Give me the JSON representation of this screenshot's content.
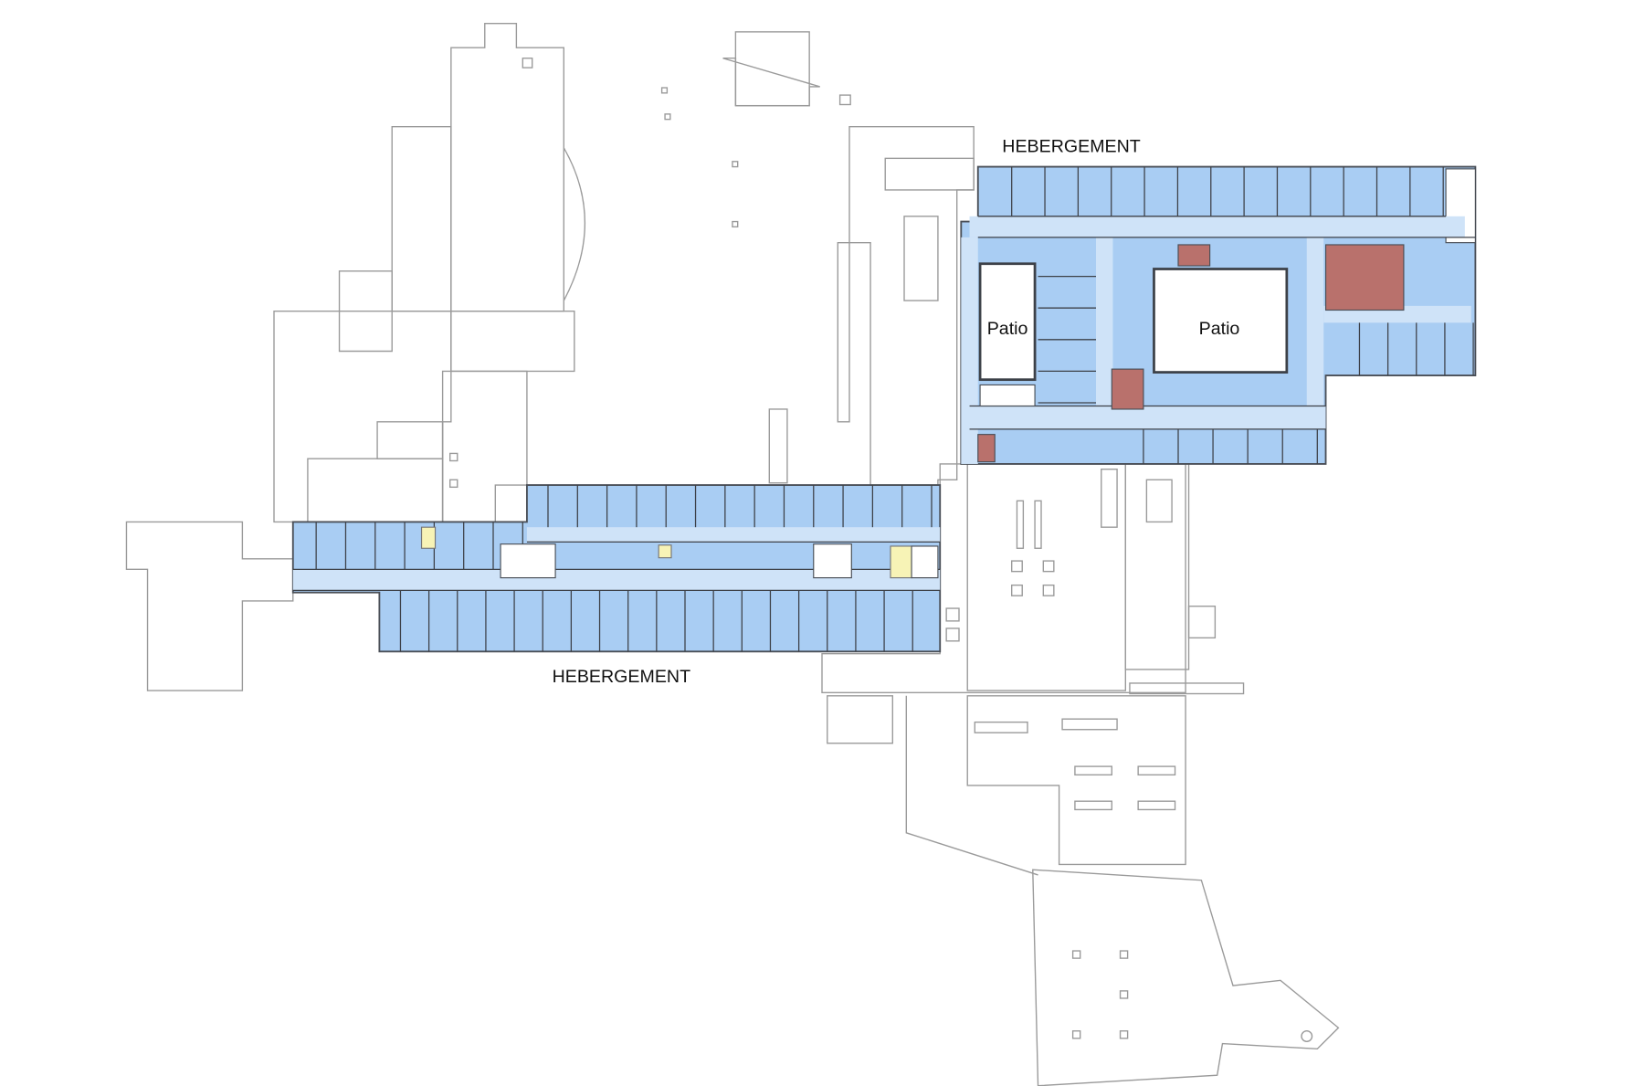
{
  "plan": {
    "labels": {
      "north_wing": "HEBERGEMENT",
      "south_wing": "HEBERGEMENT",
      "patio_left": "Patio",
      "patio_right": "Patio"
    },
    "colors": {
      "hebergement": "#a9cdf3",
      "corridor": "#cfe3f8",
      "highlight_red": "#b9716c",
      "highlight_yellow": "#f7f3b6",
      "outline": "#9a9a9a"
    }
  }
}
